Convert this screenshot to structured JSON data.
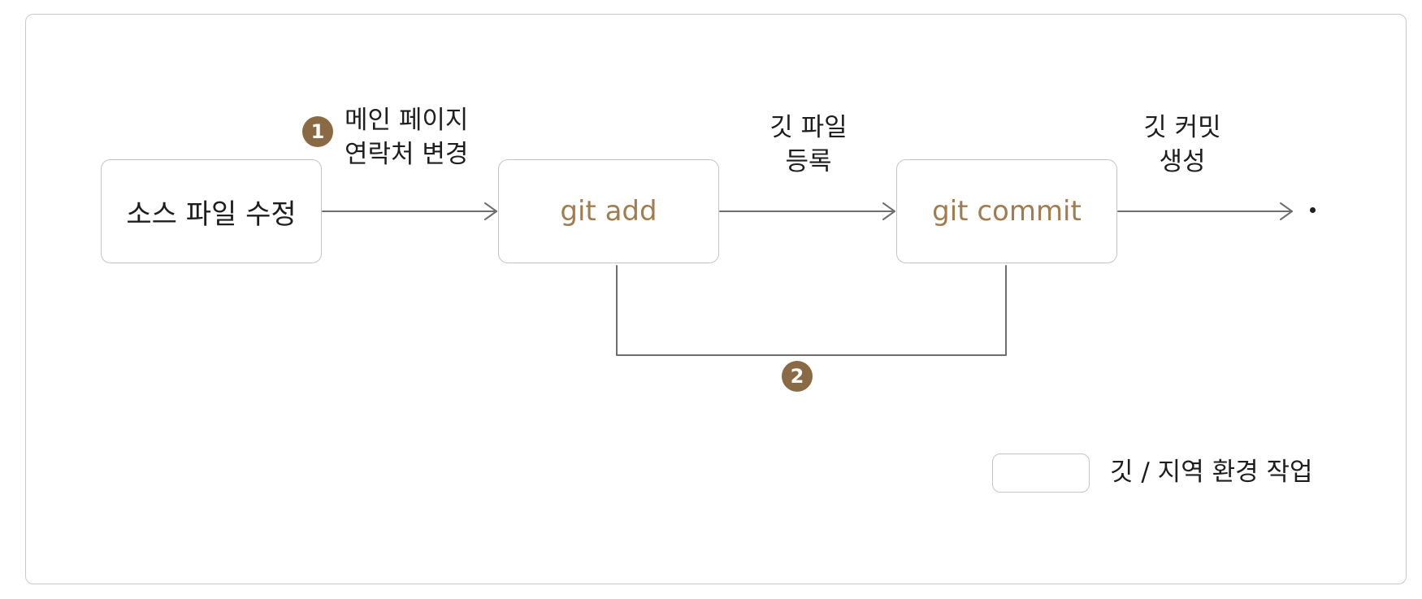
{
  "nodes": {
    "source": "소스 파일 수정",
    "add": "git add",
    "commit": "git commit"
  },
  "captions": {
    "step1": [
      "메인 페이지",
      "연락처 변경"
    ],
    "step2": [
      "깃 파일",
      "등록"
    ],
    "step3": [
      "깃 커밋",
      "생성"
    ]
  },
  "badges": {
    "one": "1",
    "two": "2"
  },
  "legend": {
    "label": "깃 / 지역 환경 작업"
  },
  "colors": {
    "git_text": "#a17c4e",
    "badge": "#8a6a45",
    "border": "#c4c4c4",
    "connector": "#6e6e6e"
  }
}
